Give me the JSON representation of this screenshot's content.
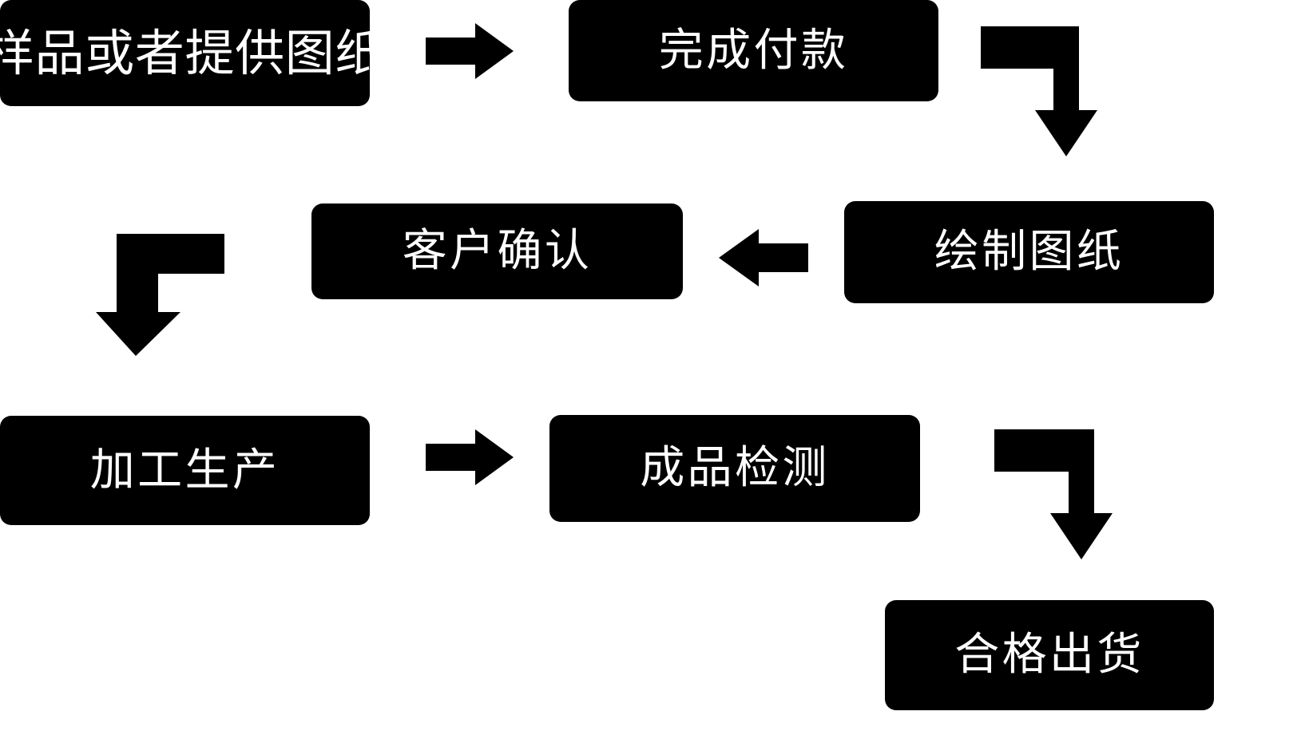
{
  "diagram": {
    "title": "",
    "background_color": "#ffffff",
    "node_fill_color": "#000000",
    "node_text_color": "#ffffff",
    "arrow_color": "#000000",
    "nodes": [
      {
        "id": "sample",
        "label": "样品或者提供图纸",
        "row": 1,
        "order": 1
      },
      {
        "id": "payment",
        "label": "完成付款",
        "row": 1,
        "order": 2
      },
      {
        "id": "drawing",
        "label": "绘制图纸",
        "row": 2,
        "order": 1
      },
      {
        "id": "confirm",
        "label": "客户确认",
        "row": 2,
        "order": 2
      },
      {
        "id": "production",
        "label": "加工生产",
        "row": 3,
        "order": 1
      },
      {
        "id": "inspection",
        "label": "成品检测",
        "row": 3,
        "order": 2
      },
      {
        "id": "shipping",
        "label": "合格出货",
        "row": 4,
        "order": 1
      }
    ],
    "arrows": [
      {
        "id": "sample-to-payment",
        "from": "sample",
        "to": "payment",
        "shape": "arrow-right",
        "icon": "arrow-right-icon"
      },
      {
        "id": "payment-to-drawing",
        "from": "payment",
        "to": "drawing",
        "shape": "elbow-right-down",
        "icon": "elbow-arrow-right-down-icon"
      },
      {
        "id": "drawing-to-confirm",
        "from": "drawing",
        "to": "confirm",
        "shape": "arrow-left",
        "icon": "arrow-left-icon"
      },
      {
        "id": "confirm-to-production",
        "from": "confirm",
        "to": "production",
        "shape": "elbow-left-down",
        "icon": "elbow-arrow-left-down-icon"
      },
      {
        "id": "production-to-inspection",
        "from": "production",
        "to": "inspection",
        "shape": "arrow-right",
        "icon": "arrow-right-icon"
      },
      {
        "id": "inspection-to-shipping",
        "from": "inspection",
        "to": "shipping",
        "shape": "elbow-right-down",
        "icon": "elbow-arrow-right-down-icon"
      }
    ]
  }
}
